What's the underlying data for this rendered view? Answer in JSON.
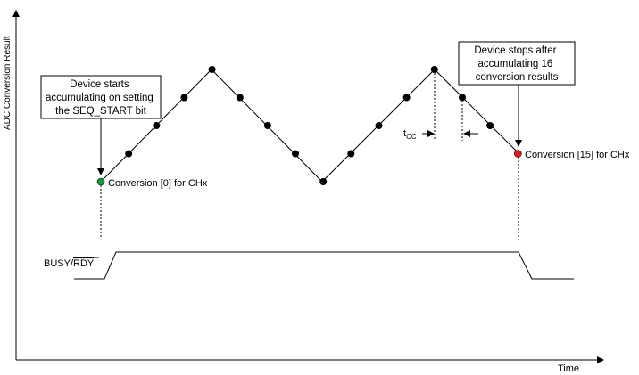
{
  "axes": {
    "y_label": "ADC Conversion Result",
    "x_label": "Time"
  },
  "annotations": {
    "start_note": [
      "Device starts",
      "accumulating on setting",
      "the SEQ_START bit"
    ],
    "stop_note": [
      "Device stops after",
      "accumulating 16",
      "conversion results"
    ],
    "first_conversion": "Conversion [0] for CHx",
    "last_conversion": "Conversion [15] for CHx",
    "tcc_main": "t",
    "tcc_sub": "CC"
  },
  "signal": {
    "busy_label": "BUSY/",
    "rdy_label": "RDY"
  },
  "colors": {
    "sample": "#000000",
    "first_sample": "#1a9641",
    "last_sample": "#e41a1c",
    "line": "#000000"
  }
}
